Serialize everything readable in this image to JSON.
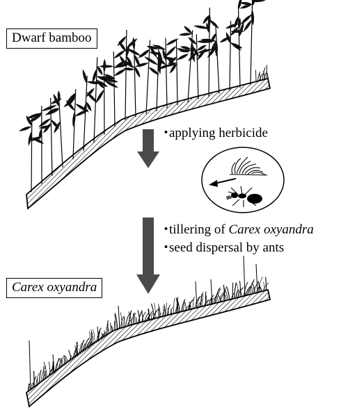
{
  "labels": {
    "top_box": "Dwarf bamboo",
    "bottom_box": "Carex oxyandra"
  },
  "notes": {
    "step1": "applying herbicide",
    "step2_prefix": "tillering of ",
    "step2_species": "Carex oxyandra",
    "step3": "seed dispersal by ants",
    "bullet": "・"
  },
  "colors": {
    "ink": "#000000",
    "arrow": "#4a4a4a",
    "hatch": "#000000"
  },
  "icons": {
    "arrow": "down-arrow-icon",
    "ant": "ant-icon",
    "seed": "seed-icon"
  }
}
